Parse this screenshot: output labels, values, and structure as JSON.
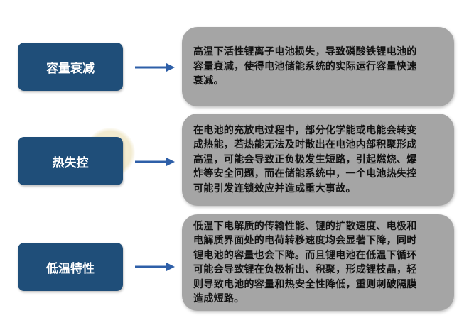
{
  "items": [
    {
      "label": "容量衰减",
      "lines": [
        "高温下活性锂离子电池损失，导致磷酸铁锂电池的",
        "容量衰减，使得电池储能系统的实际运行容量快速",
        "衰减。"
      ]
    },
    {
      "label": "热失控",
      "lines": [
        "在电池的充放电过程中，部分化学能或电能会转变",
        "成热能，若热能无法及时散出在电池内部积聚形成",
        "高温，可能会导致正负极发生短路，引起燃烧、爆",
        "炸等安全问题，而在储能系统中，一个电池热失控",
        "可能引发连锁效应并造成重大事故。"
      ]
    },
    {
      "label": "低温特性",
      "lines": [
        "低温下电解质的传输性能、锂的扩散速度、电极和",
        "电解质界面处的电荷转移速度均会显著下降，同时",
        "锂电池的容量也会下降。而且锂电池在低温下循环",
        "可能会导致锂在负极析出、积聚，形成锂枝晶，轻",
        "则导致电池的容量和热安全性降低，重则刺破隔膜",
        "造成短路。"
      ]
    }
  ],
  "colors": {
    "label_bg": "#1f4e79",
    "desc_bg": "#a5a5a5",
    "arrow": "#2e5fa8"
  }
}
